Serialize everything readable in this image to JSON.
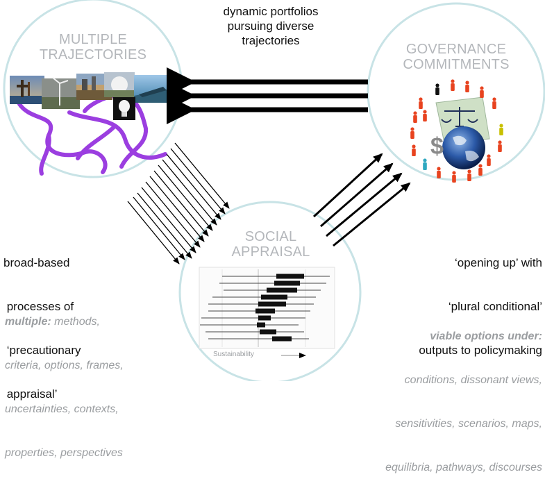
{
  "top_caption": [
    "dynamic portfolios",
    "pursuing diverse",
    "trajectories"
  ],
  "trajectories": {
    "title": [
      "MULTIPLE",
      "TRAJECTORIES"
    ]
  },
  "governance": {
    "title": [
      "GOVERNANCE",
      "COMMITMENTS"
    ],
    "dollar_sign": "$"
  },
  "social": {
    "title": [
      "SOCIAL",
      "APPRAISAL"
    ],
    "axis_label": "Sustainability"
  },
  "left_text": {
    "lines": [
      "broad-based",
      " processes of",
      " ‘precautionary",
      " appraisal’"
    ],
    "italic_lead": "multiple:",
    "italic_rest_first": " methods,",
    "italic_lines": [
      "criteria, options, frames,",
      "uncertainties, contexts,",
      "properties, perspectives"
    ]
  },
  "right_text": {
    "lines": [
      "‘opening up’ with",
      "‘plural conditional’",
      "outputs to policymaking"
    ],
    "italic_lead": "viable options under:",
    "italic_lines": [
      "conditions, dissonant views,",
      "sensitivities, scenarios, maps,",
      "equilibria, pathways, discourses"
    ]
  },
  "colors": {
    "circle_stroke": "#c8e3e6",
    "title_grey": "#b4b7bb",
    "purple": "#9b3ee0",
    "person_red": "#e8431f"
  }
}
